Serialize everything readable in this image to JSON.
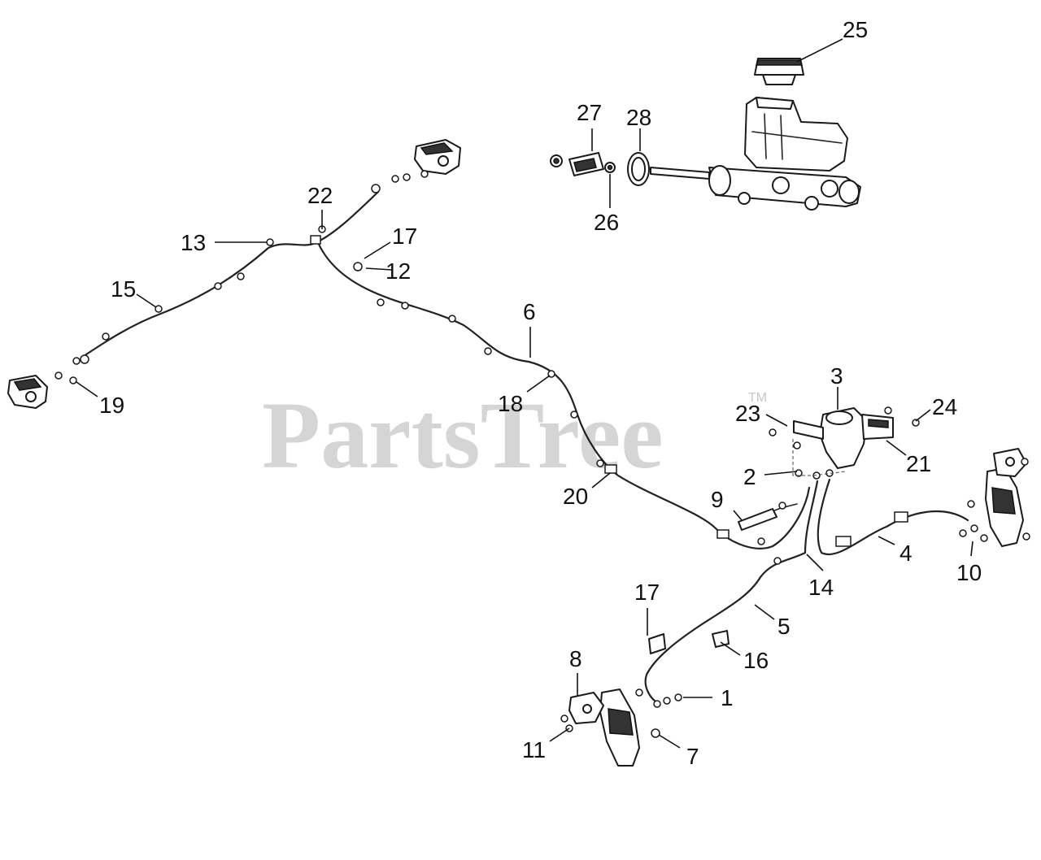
{
  "watermark": {
    "text": "PartsTree",
    "trademark": "TM"
  },
  "callouts": [
    {
      "id": "c25",
      "label": "25"
    },
    {
      "id": "c27",
      "label": "27"
    },
    {
      "id": "c28",
      "label": "28"
    },
    {
      "id": "c26",
      "label": "26"
    },
    {
      "id": "c22",
      "label": "22"
    },
    {
      "id": "c13",
      "label": "13"
    },
    {
      "id": "c17a",
      "label": "17"
    },
    {
      "id": "c12",
      "label": "12"
    },
    {
      "id": "c15",
      "label": "15"
    },
    {
      "id": "c6",
      "label": "6"
    },
    {
      "id": "c18",
      "label": "18"
    },
    {
      "id": "c19",
      "label": "19"
    },
    {
      "id": "c3",
      "label": "3"
    },
    {
      "id": "c23",
      "label": "23"
    },
    {
      "id": "c24",
      "label": "24"
    },
    {
      "id": "c21",
      "label": "21"
    },
    {
      "id": "c2",
      "label": "2"
    },
    {
      "id": "c20",
      "label": "20"
    },
    {
      "id": "c9",
      "label": "9"
    },
    {
      "id": "c4",
      "label": "4"
    },
    {
      "id": "c10",
      "label": "10"
    },
    {
      "id": "c14",
      "label": "14"
    },
    {
      "id": "c17b",
      "label": "17"
    },
    {
      "id": "c5",
      "label": "5"
    },
    {
      "id": "c16",
      "label": "16"
    },
    {
      "id": "c8",
      "label": "8"
    },
    {
      "id": "c1",
      "label": "1"
    },
    {
      "id": "c11",
      "label": "11"
    },
    {
      "id": "c7",
      "label": "7"
    }
  ]
}
